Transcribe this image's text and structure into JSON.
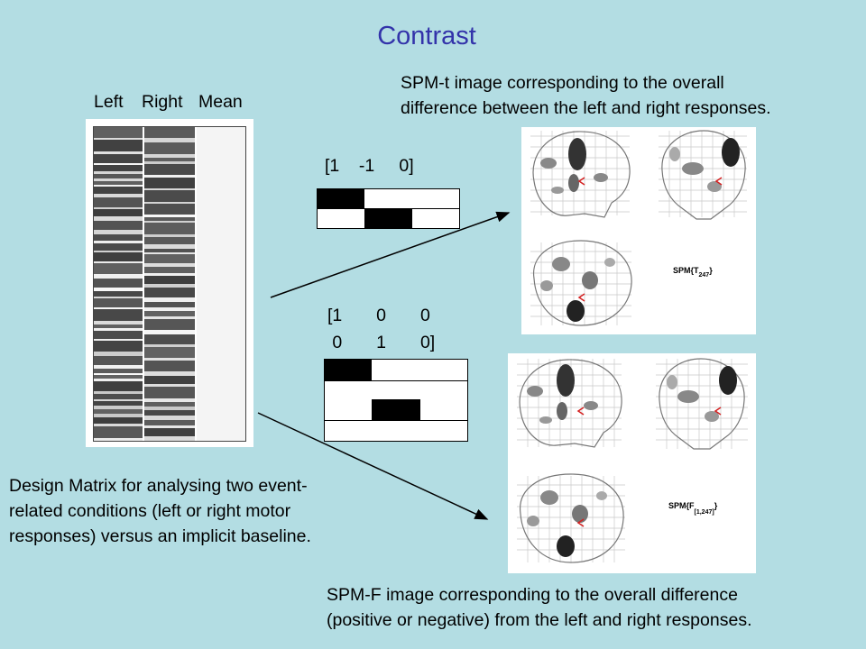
{
  "title": "Contrast",
  "design_matrix": {
    "column_labels": [
      "Left",
      "Right",
      "Mean"
    ],
    "caption_lines": [
      "Design Matrix for analysing two event-",
      "related conditions (left or right motor",
      "responses) versus an implicit baseline."
    ]
  },
  "t_contrast": {
    "label": "[1    -1     0]",
    "caption_lines": [
      "SPM-t image corresponding to the overall",
      "difference between the left and right responses."
    ],
    "map_label_main": "SPM{T",
    "map_label_sub": "247",
    "map_label_end": "}"
  },
  "f_contrast": {
    "label_lines": [
      "[1       0       0",
      " 0       1       0]"
    ],
    "caption_lines": [
      "SPM-F image corresponding to the overall difference",
      "(positive or negative) from the left and right responses."
    ],
    "map_label_main": "SPM{F",
    "map_label_sub": "[1,247]",
    "map_label_end": "}"
  },
  "colors": {
    "background": "#b3dde3",
    "title": "#3333aa",
    "marker": "#d42020"
  }
}
